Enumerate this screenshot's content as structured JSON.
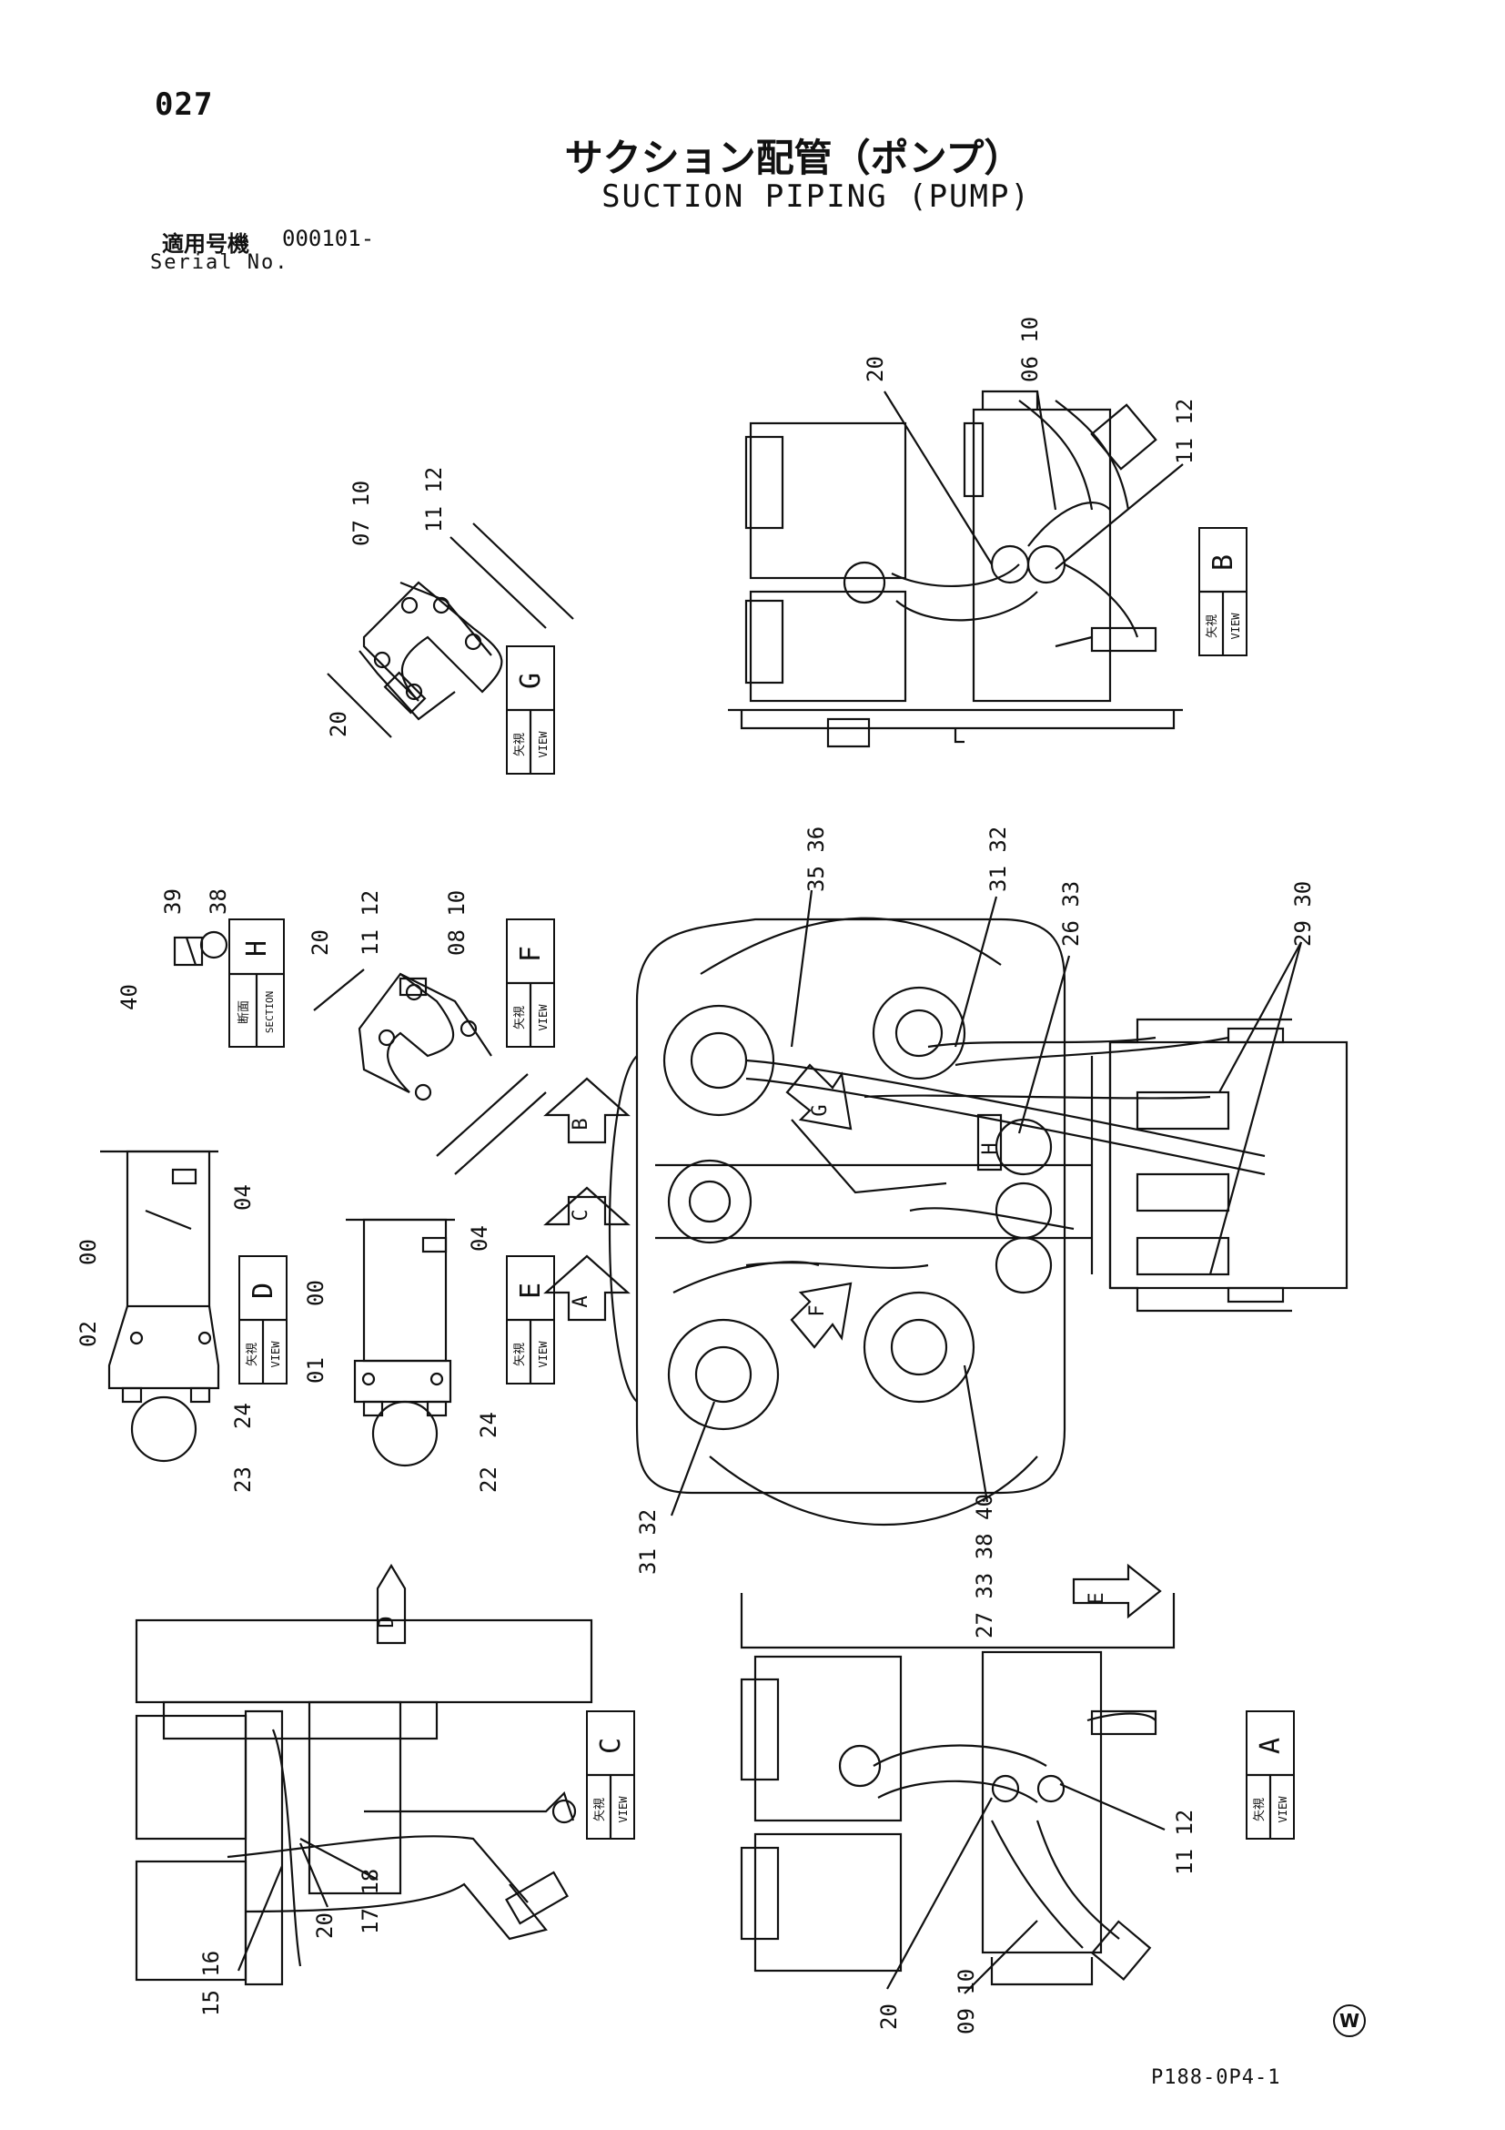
{
  "header": {
    "page_number": "027",
    "title_jp": "サクション配管（ポンプ）",
    "title_en": "SUCTION PIPING (PUMP)",
    "serial_label_jp": "適用号機",
    "serial_value": "000101-",
    "serial_label_en": "Serial No."
  },
  "footer": {
    "drawing_ref": "P188-0P4-1",
    "mark": "W"
  },
  "views": {
    "a": {
      "jp": "矢視",
      "en": "VIEW",
      "letter": "A"
    },
    "b": {
      "jp": "矢視",
      "en": "VIEW",
      "letter": "B"
    },
    "c": {
      "jp": "矢視",
      "en": "VIEW",
      "letter": "C"
    },
    "d": {
      "jp": "矢視",
      "en": "VIEW",
      "letter": "D"
    },
    "e": {
      "jp": "矢視",
      "en": "VIEW",
      "letter": "E"
    },
    "f": {
      "jp": "矢視",
      "en": "VIEW",
      "letter": "F"
    },
    "g": {
      "jp": "矢視",
      "en": "VIEW",
      "letter": "G"
    },
    "h": {
      "jp": "断面",
      "en": "SECTION",
      "letter": "H"
    }
  },
  "arrows": {
    "a": "A",
    "b": "B",
    "c": "C",
    "d": "D",
    "e": "E",
    "f": "F",
    "g": "G",
    "h": "H"
  },
  "callouts": {
    "vb_20": "20",
    "vb_06_10": "06 10",
    "vb_11_12": "11 12",
    "vg_07_10": "07 10",
    "vg_11_12": "11 12",
    "vg_20": "20",
    "vh_39": "39",
    "vh_38": "38",
    "vh_40": "40",
    "vf_11_12": "11 12",
    "vf_20": "20",
    "vf_08_10": "08 10",
    "m_35_36": "35 36",
    "m_31_32_t": "31 32",
    "m_26_33": "26 33",
    "m_29_30": "29 30",
    "m_31_32_b": "31 32",
    "m_27": "27 33 38 40",
    "vd_00": "00",
    "vd_04": "04",
    "vd_02": "02",
    "vd_23": "23",
    "vd_24": "24",
    "ve_04": "04",
    "ve_00": "00",
    "ve_01": "01",
    "ve_22": "22",
    "ve_24": "24",
    "vc_15_16": "15 16",
    "vc_20": "20",
    "vc_17_18": "17 18",
    "va_11_12": "11 12",
    "va_20": "20",
    "va_09_10": "09 10"
  }
}
